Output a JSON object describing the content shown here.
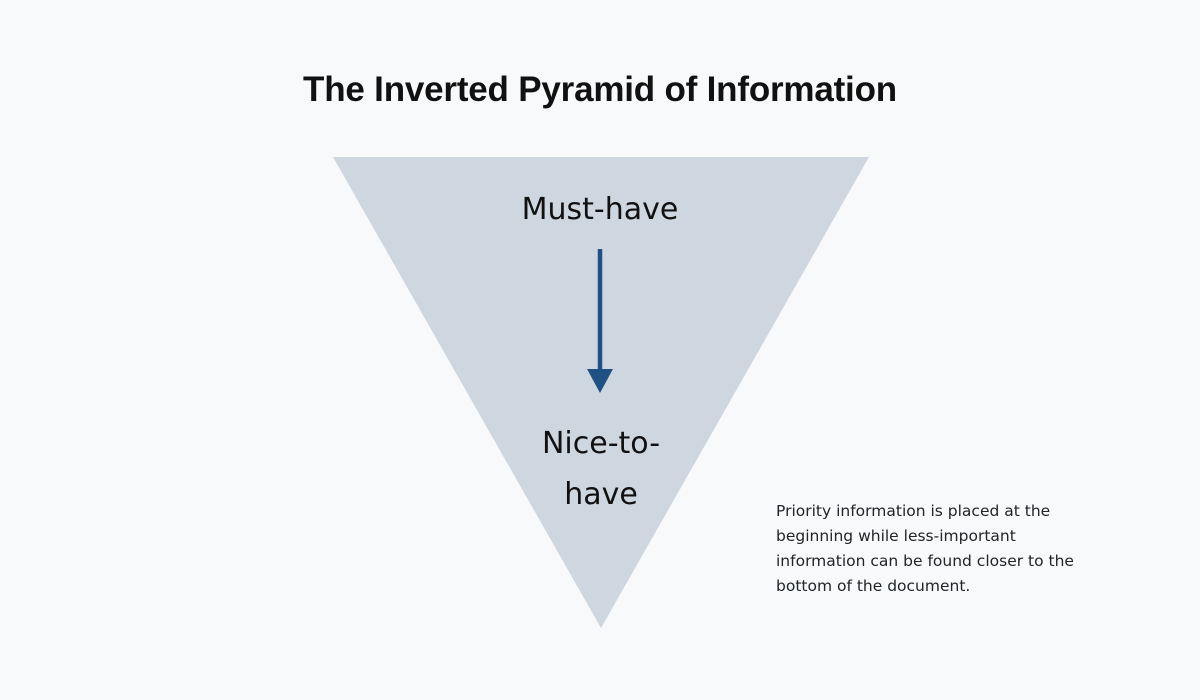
{
  "page": {
    "title": "The Inverted Pyramid of Information",
    "background_color": "#f8f9fb"
  },
  "diagram": {
    "name": "inverted-pyramid",
    "shape_fill_color": "#ced7e0",
    "arrow_color": "#1f5184",
    "tiers": [
      {
        "label": "Must-have"
      },
      {
        "label": "Nice-to-have"
      }
    ],
    "arrow": {
      "direction": "down",
      "semantic": "decreasing-priority-arrow"
    }
  },
  "caption": {
    "text": "Priority information is placed at the beginning while less-important information can be found closer to the bottom of the document."
  }
}
